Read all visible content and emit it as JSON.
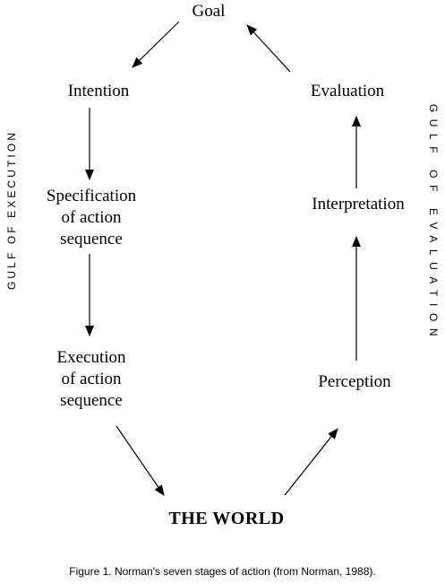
{
  "stages": {
    "goal": "Goal",
    "intention": "Intention",
    "specification": "Specification\nof action\nsequence",
    "execution": "Execution\nof action\nsequence",
    "world": "THE WORLD",
    "perception": "Perception",
    "interpretation": "Interpretation",
    "evaluation": "Evaluation"
  },
  "gulfs": {
    "execution": "GULF OF EXECUTION",
    "evaluation": "GULF OF EVALUATION"
  },
  "caption": "Figure 1.  Norman's seven stages of action (from Norman, 1988)."
}
